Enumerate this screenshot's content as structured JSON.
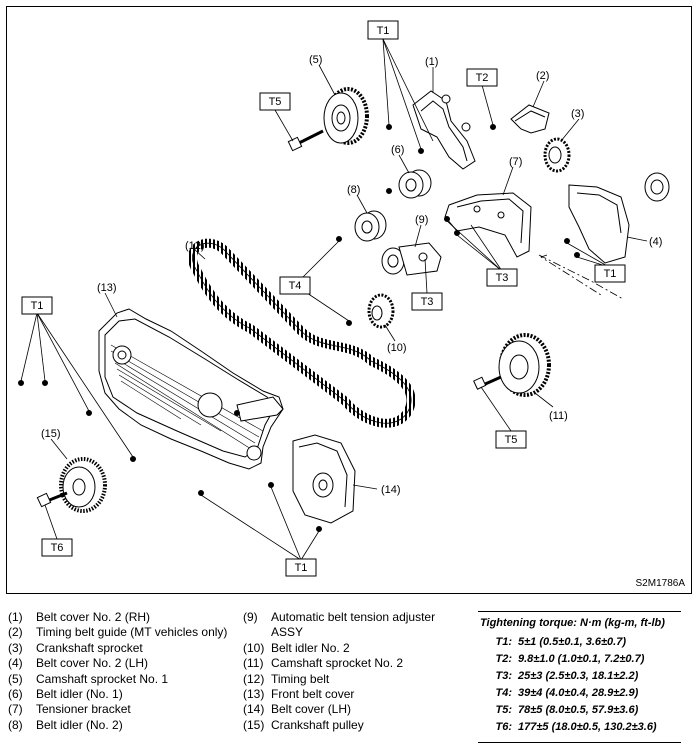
{
  "figure": {
    "code": "S2M1786A",
    "torque_tags": {
      "t1_a": "T1",
      "t1_b": "T1",
      "t1_c": "T1",
      "t1_d": "T1",
      "t2": "T2",
      "t3_a": "T3",
      "t3_b": "T3",
      "t4": "T4",
      "t5_a": "T5",
      "t5_b": "T5",
      "t6": "T6"
    },
    "callouts": {
      "c1": "(1)",
      "c2": "(2)",
      "c3": "(3)",
      "c4": "(4)",
      "c5": "(5)",
      "c6": "(6)",
      "c7": "(7)",
      "c8": "(8)",
      "c9": "(9)",
      "c10": "(10)",
      "c11": "(11)",
      "c12": "(12)",
      "c13": "(13)",
      "c14": "(14)",
      "c15": "(15)"
    }
  },
  "legend_left": [
    {
      "num": "(1)",
      "text": "Belt cover No. 2 (RH)"
    },
    {
      "num": "(2)",
      "text": "Timing belt guide (MT vehicles only)"
    },
    {
      "num": "(3)",
      "text": "Crankshaft sprocket"
    },
    {
      "num": "(4)",
      "text": "Belt cover No. 2 (LH)"
    },
    {
      "num": "(5)",
      "text": "Camshaft sprocket No. 1"
    },
    {
      "num": "(6)",
      "text": "Belt idler (No. 1)"
    },
    {
      "num": "(7)",
      "text": "Tensioner bracket"
    },
    {
      "num": "(8)",
      "text": "Belt idler (No. 2)"
    }
  ],
  "legend_mid": [
    {
      "num": "(9)",
      "text": "Automatic belt tension adjuster ASSY"
    },
    {
      "num": "(10)",
      "text": "Belt idler No. 2"
    },
    {
      "num": "(11)",
      "text": "Camshaft sprocket No. 2"
    },
    {
      "num": "(12)",
      "text": "Timing belt"
    },
    {
      "num": "(13)",
      "text": "Front belt cover"
    },
    {
      "num": "(14)",
      "text": "Belt cover (LH)"
    },
    {
      "num": "(15)",
      "text": "Crankshaft pulley"
    }
  ],
  "torque": {
    "title": "Tightening torque: N·m (kg-m, ft-lb)",
    "rows": [
      {
        "code": "T1:",
        "value": "5±1 (0.5±0.1, 3.6±0.7)"
      },
      {
        "code": "T2:",
        "value": "9.8±1.0 (1.0±0.1, 7.2±0.7)"
      },
      {
        "code": "T3:",
        "value": "25±3 (2.5±0.3, 18.1±2.2)"
      },
      {
        "code": "T4:",
        "value": "39±4 (4.0±0.4, 28.9±2.9)"
      },
      {
        "code": "T5:",
        "value": "78±5 (8.0±0.5, 57.9±3.6)"
      },
      {
        "code": "T6:",
        "value": "177±5 (18.0±0.5, 130.2±3.6)"
      }
    ]
  }
}
